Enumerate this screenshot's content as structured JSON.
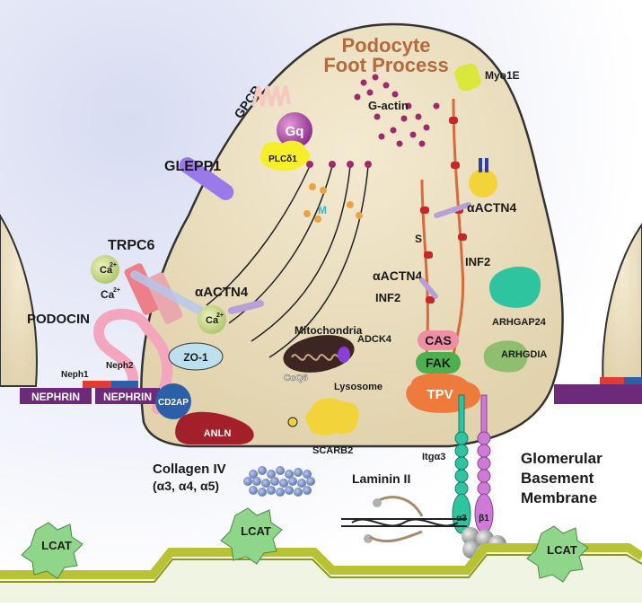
{
  "title": [
    "Podocyte",
    "Foot Process"
  ],
  "gbm_label": [
    "Glomerular",
    "Basement",
    "Membrane"
  ],
  "labels": {
    "gpcr": "GPCR",
    "gq": "Gq",
    "plc": "PLCδ1",
    "g_actin": "G-actin",
    "myo1e": "Myo1E",
    "glepp1": "GLEPP1",
    "trpc6": "TRPC6",
    "ca_ion": "Ca",
    "ca_sup": "2+",
    "actn4": "αACTN4",
    "m": "M",
    "s": "S",
    "inf2": "INF2",
    "podocin": "PODOCIN",
    "neph1": "Neph1",
    "neph2": "Neph2",
    "nephrin": "NEPHRIN",
    "cd2ap": "CD2AP",
    "anln": "ANLN",
    "zo1": "ZO-1",
    "mitochondria": "Mitochondria",
    "adck4": "ADCK4",
    "coq6": "CoQ6",
    "lysosome": "Lysosome",
    "scarb2": "SCARB2",
    "cas": "CAS",
    "fak": "FAK",
    "tpv": "TPV",
    "arhgap24": "ARHGAP24",
    "arhgdia": "ARHGDIA",
    "itga3": "Itgα3",
    "a3": "α3",
    "b1": "β1",
    "laminin": "Laminin II",
    "collagen": [
      "Collagen IV",
      "(α3, α4, α5)"
    ],
    "lcat": "LCAT"
  },
  "colors": {
    "cell_fill": "#ecdfc0",
    "gbm_band": "#b9c232",
    "nephrin": "#6e2a7a",
    "cd2ap": "#2b5fa8",
    "anln": "#a3202b",
    "title": "#b36a3c",
    "cas": "#ef8ea4",
    "fak": "#4caf50",
    "tpv": "#ee7a3b",
    "integrin_a3": "#2ec4a0",
    "integrin_b1": "#d07ad8",
    "lcat": "#8fd58a"
  }
}
